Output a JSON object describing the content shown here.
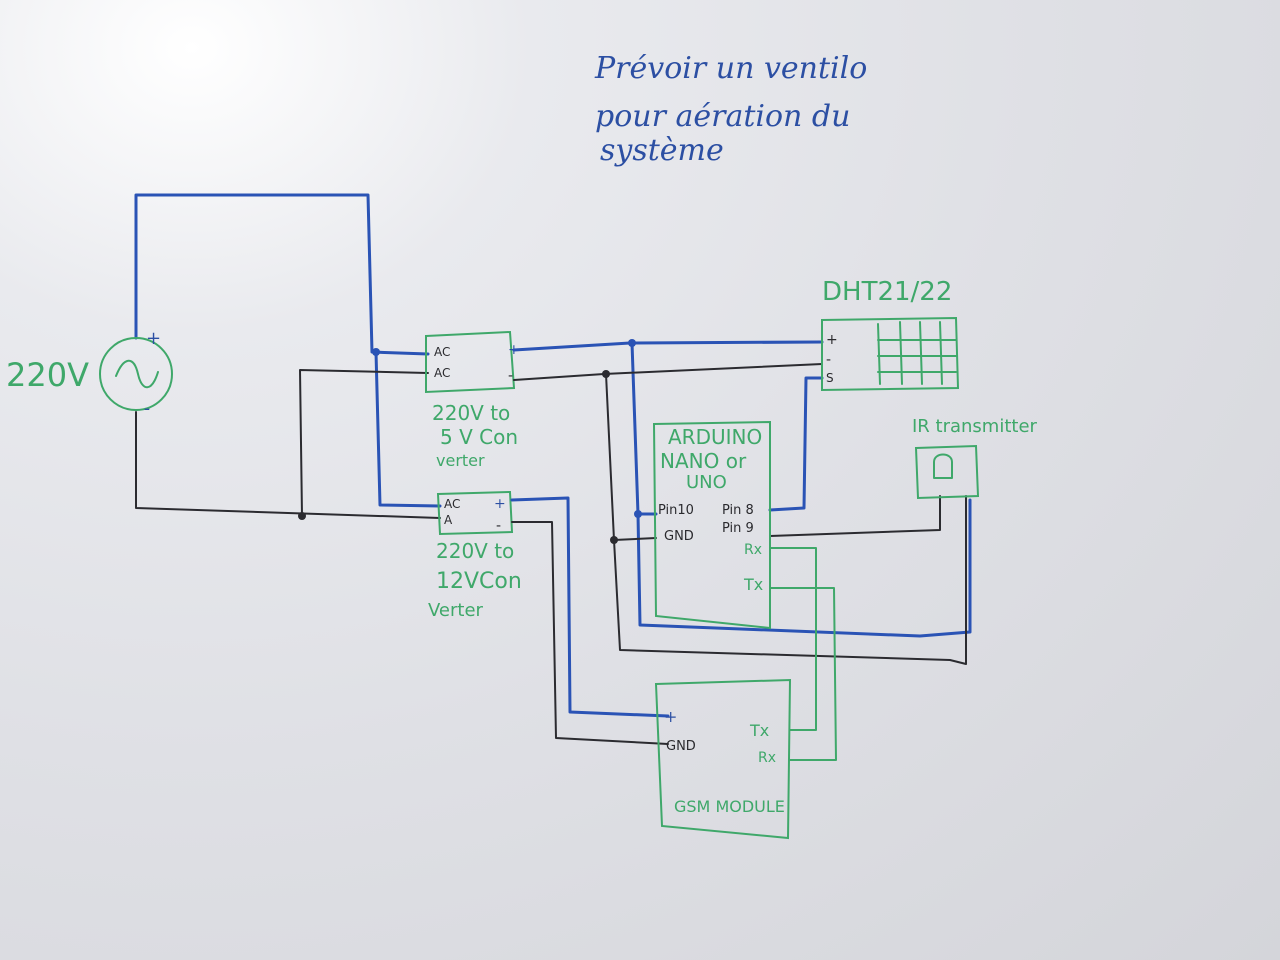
{
  "note": {
    "line1": "Prévoir un ventilo",
    "line2": "pour aération du",
    "line3": "système"
  },
  "source": {
    "voltage": "220V",
    "plus": "+",
    "minus": "-"
  },
  "converter_5v": {
    "in1": "AC",
    "in2": "AC",
    "out_plus": "+",
    "out_minus": "-",
    "label1": "220V to",
    "label2": "5 V Con",
    "label3": "verter"
  },
  "converter_12v": {
    "in1": "AC",
    "in2": "A",
    "out_plus": "+",
    "out_minus": "-",
    "label1": "220V to",
    "label2": "12VCon",
    "label3": "Verter"
  },
  "dht": {
    "title": "DHT21/22",
    "pin_plus": "+",
    "pin_minus": "-",
    "pin_s": "S"
  },
  "arduino": {
    "title1": "ARDUINO",
    "title2": "NANO or",
    "title3": "UNO",
    "pin10": "Pin10",
    "pin8": "Pin 8",
    "gnd": "GND",
    "pin9": "Pin 9",
    "rx": "Rx",
    "tx": "Tx"
  },
  "ir": {
    "title": "IR transmitter"
  },
  "gsm": {
    "plus": "+",
    "gnd": "GND",
    "tx": "Tx",
    "rx": "Rx",
    "title": "GSM MODULE"
  }
}
